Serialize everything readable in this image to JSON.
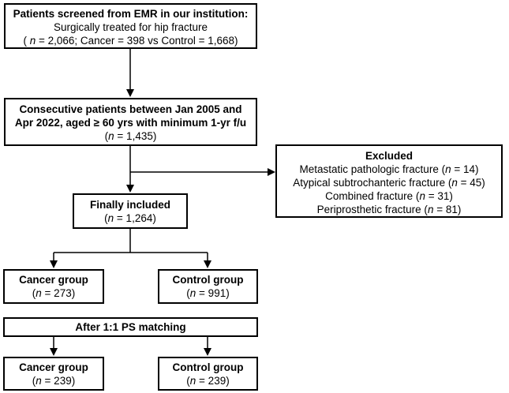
{
  "screened": {
    "title": "Patients screened from EMR in our institution:",
    "line2": "Surgically treated for hip fracture",
    "open": "( ",
    "n_symbol": "n",
    "line3_rest": " = 2,066; Cancer = 398 vs Control = 1,668)"
  },
  "consecutive": {
    "title_line1": "Consecutive patients between Jan 2005 and",
    "title_line2": "Apr 2022, aged ≥ 60 yrs with minimum 1-yr f/u",
    "open": "(",
    "n_symbol": "n",
    "count_rest": " = 1,435)"
  },
  "excluded": {
    "title": "Excluded",
    "items": [
      {
        "label": "Metastatic pathologic fracture (",
        "n_symbol": "n",
        "rest": " = 14)"
      },
      {
        "label": "Atypical subtrochanteric fracture (",
        "n_symbol": "n",
        "rest": " = 45)"
      },
      {
        "label": "Combined fracture (",
        "n_symbol": "n",
        "rest": " = 31)"
      },
      {
        "label": "Periprosthetic fracture (",
        "n_symbol": "n",
        "rest": " = 81)"
      }
    ]
  },
  "included": {
    "title": "Finally included",
    "open": "(",
    "n_symbol": "n",
    "count_rest": " = 1,264)"
  },
  "cancer_before": {
    "title": "Cancer group",
    "open": "(",
    "n_symbol": "n",
    "count_rest": " = 273)"
  },
  "control_before": {
    "title": "Control group",
    "open": "(",
    "n_symbol": "n",
    "count_rest": " = 991)"
  },
  "matching": {
    "title": "After 1:1 PS matching"
  },
  "cancer_after": {
    "title": "Cancer group",
    "open": "(",
    "n_symbol": "n",
    "count_rest": " = 239)"
  },
  "control_after": {
    "title": "Control group",
    "open": "(",
    "n_symbol": "n",
    "count_rest": " = 239)"
  }
}
